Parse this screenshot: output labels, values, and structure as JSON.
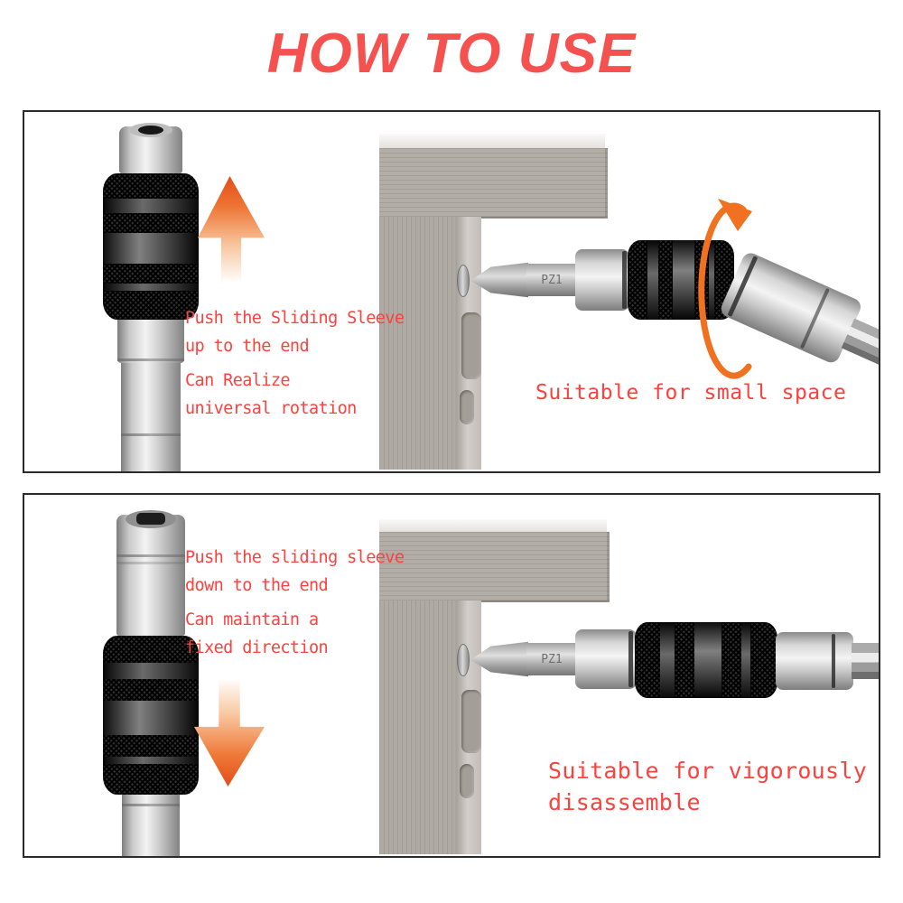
{
  "title": "HOW TO USE",
  "colors": {
    "title_red": "#f5514f",
    "label_red": "#fb423f",
    "arrow_orange": "#e44c18",
    "rotation_arrow_orange": "#f07120",
    "panel_border": "#2b2b2b",
    "wood_gray": "#b0aaa4",
    "sleeve_black": "#0d0d0d"
  },
  "panel1": {
    "name": "universal rotation mode",
    "arrow_direction": "up",
    "instruction": {
      "line1": "Push the Sliding Sleeve",
      "line2": "up to the end",
      "line3": "Can Realize",
      "line4": "universal rotation"
    },
    "caption": "Suitable for small space",
    "bit_label": "PZ1"
  },
  "panel2": {
    "name": "fixed direction mode",
    "arrow_direction": "down",
    "instruction": {
      "line1": "Push the sliding sleeve",
      "line2": "down to the end",
      "line3": "Can maintain a",
      "line4": "fixed direction"
    },
    "caption_line1": "Suitable for vigorously",
    "caption_line2": "disassemble",
    "bit_label": "PZ1"
  }
}
